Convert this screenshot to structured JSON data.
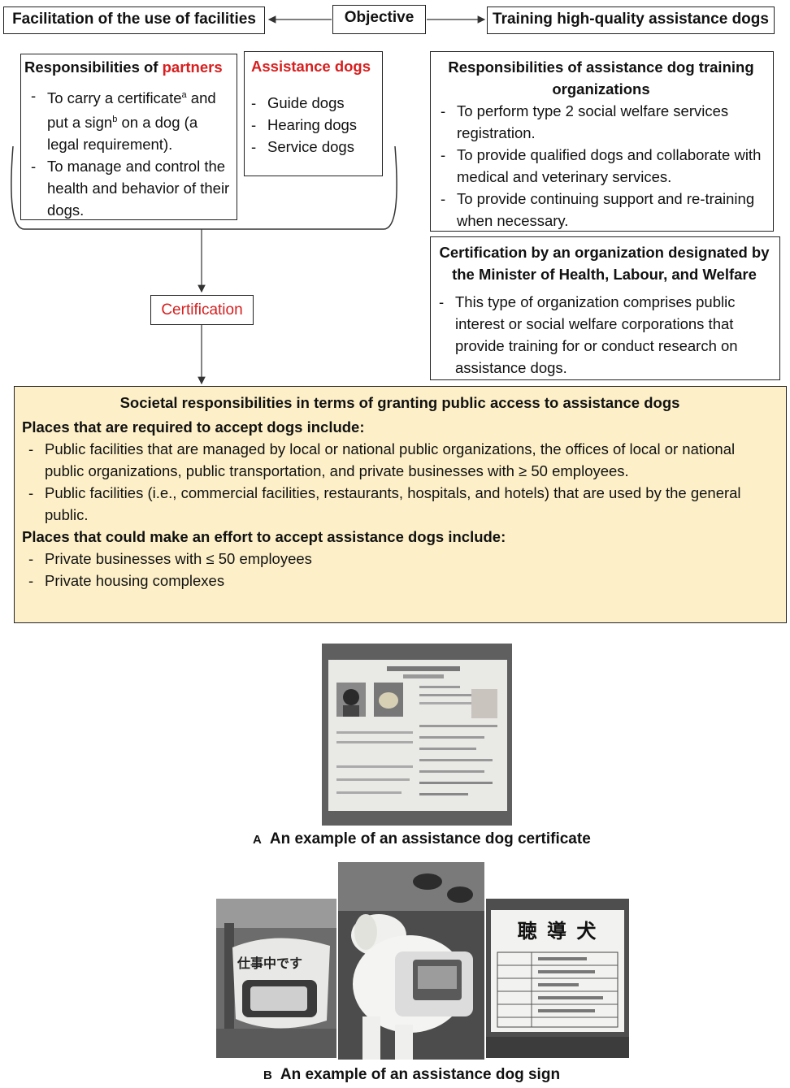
{
  "header": {
    "left": "Facilitation of the use of facilities",
    "center": "Objective",
    "right": "Training high-quality assistance dogs"
  },
  "partners": {
    "title_prefix": "Responsibilities of ",
    "title_highlight": "partners",
    "items": [
      {
        "pre": "To carry a certificate",
        "sup_a": "a",
        "mid": " and put a sign",
        "sup_b": "b",
        "post": " on a dog (a legal requirement)."
      },
      {
        "text": "To manage and control the health and behavior of their dogs."
      }
    ]
  },
  "assistance_dogs": {
    "title": "Assistance dogs",
    "items": [
      "Guide dogs",
      "Hearing dogs",
      "Service dogs"
    ]
  },
  "training_orgs": {
    "title": "Responsibilities of assistance dog training organizations",
    "items": [
      "To perform type 2 social welfare services registration.",
      "To provide qualified dogs and collaborate with medical and veterinary services.",
      "To provide continuing support and re-training when necessary."
    ]
  },
  "designated_org": {
    "title": "Certification by an organization designated by the Minister of Health, Labour, and Welfare",
    "items": [
      "This type of organization comprises public interest or social welfare corporations that provide training for or conduct research on assistance dogs."
    ]
  },
  "certification_label": "Certification",
  "societal": {
    "title": "Societal responsibilities in terms of granting public access to assistance dogs",
    "required_heading": "Places that are required to accept dogs include:",
    "required_items": [
      "Public facilities that are managed by local or national public organizations, the offices of local or national public organizations, public transportation, and private businesses with ≥ 50 employees.",
      "Public facilities (i.e., commercial facilities, restaurants, hospitals, and hotels) that are used by the general public."
    ],
    "effort_heading": "Places that could make an effort to accept assistance dogs include:",
    "effort_items": [
      "Private businesses with ≤ 50 employees",
      "Private housing complexes"
    ]
  },
  "figure_a": {
    "letter": "A",
    "caption": "An example of an assistance dog certificate"
  },
  "figure_b": {
    "letter": "B",
    "caption": "An example of an assistance dog sign",
    "vest_text": "仕事中です",
    "sign_text": "聴 導 犬"
  },
  "colors": {
    "highlight_red": "#d81e1e",
    "societal_bg": "#fdf0c8",
    "border": "#222222"
  }
}
